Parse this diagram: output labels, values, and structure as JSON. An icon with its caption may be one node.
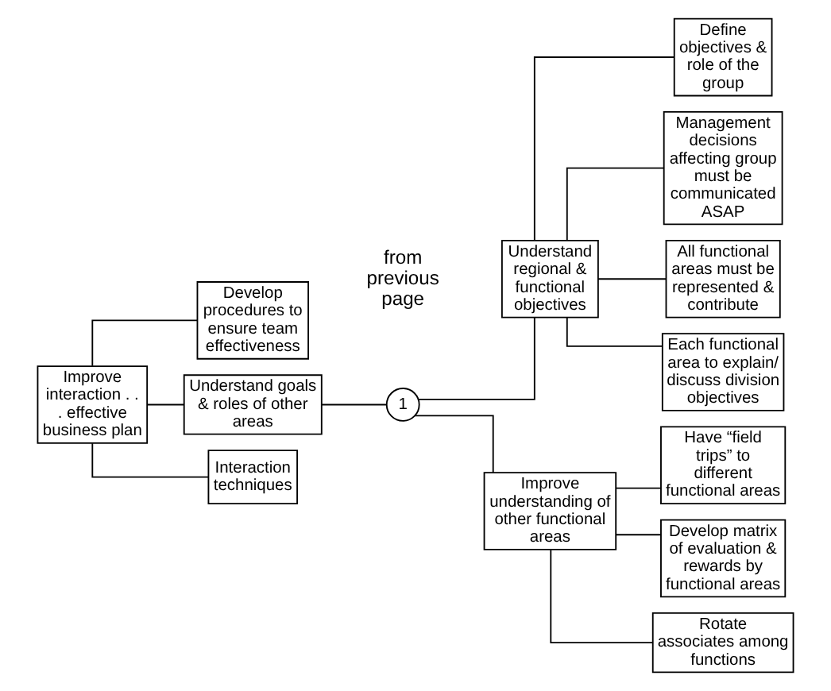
{
  "diagram": {
    "nodes": [
      {
        "text": [
          "Improve interaction . . . effective business plan"
        ]
      },
      {
        "text": [
          "Develop procedures to ensure team effectiveness"
        ]
      },
      {
        "text": [
          "Understand goals & roles of other areas"
        ]
      },
      {
        "text": [
          "Interaction techniques"
        ]
      },
      {
        "text": [
          "1"
        ]
      },
      {
        "text": [
          "Understand regional & functional objectives"
        ]
      },
      {
        "text": [
          "Improve understanding of other functional areas"
        ]
      },
      {
        "text": [
          "Define objectives & role of the group"
        ]
      },
      {
        "text": [
          "Management decisions affecting group must be communicated ASAP"
        ]
      },
      {
        "text": [
          "All functional areas must be represented & contribute"
        ]
      },
      {
        "text": [
          "Each functional area to explain/ discuss division objectives"
        ]
      },
      {
        "text": [
          "Have “field trips” to different functional areas"
        ]
      },
      {
        "text": [
          "Develop matrix of evaluation & rewards by functional areas"
        ]
      },
      {
        "text": [
          "Rotate associates among functions"
        ]
      }
    ],
    "edges": [
      {
        "from": 0,
        "to": 1,
        "arrow": "none"
      },
      {
        "from": 0,
        "to": 2,
        "arrow": "none"
      },
      {
        "from": 0,
        "to": 3,
        "arrow": "none"
      },
      {
        "from": 2,
        "to": 4,
        "arrow": "none"
      },
      {
        "from": 4,
        "to": 5,
        "arrow": "none"
      },
      {
        "from": 4,
        "to": 6,
        "arrow": "none"
      },
      {
        "from": 5,
        "to": 7,
        "arrow": "none"
      },
      {
        "from": 5,
        "to": 8,
        "arrow": "none"
      },
      {
        "from": 5,
        "to": 9,
        "arrow": "none"
      },
      {
        "from": 5,
        "to": 10,
        "arrow": "none"
      },
      {
        "from": 6,
        "to": 11,
        "arrow": "none"
      },
      {
        "from": 6,
        "to": 12,
        "arrow": "none"
      },
      {
        "from": 6,
        "to": 13,
        "arrow": "none"
      }
    ],
    "labels": [
      "from previous page"
    ]
  }
}
